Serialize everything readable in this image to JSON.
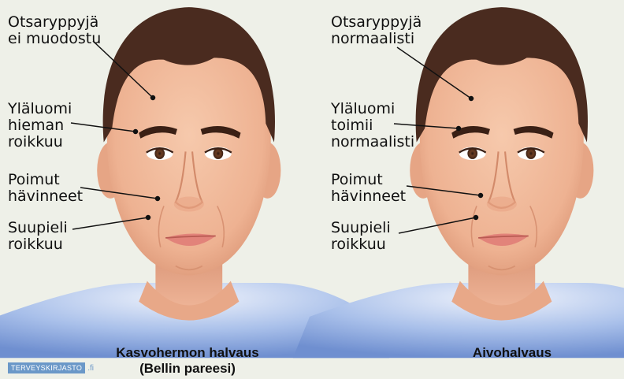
{
  "left_panel": {
    "labels": {
      "forehead": "Otsaryppyjä\nei muodostu",
      "eyelid": "Yläluomi\nhieman\nroikkuu",
      "folds": "Poimut\nhävinneet",
      "mouth": "Suupieli\nroikkuu"
    },
    "caption_line1": "Kasvohermon halvaus",
    "caption_line2": "(Bellin pareesi)"
  },
  "right_panel": {
    "labels": {
      "forehead": "Otsaryppyjä\nnormaalisti",
      "eyelid": "Yläluomi\ntoimii\nnormaalisti",
      "folds": "Poimut\nhävinneet",
      "mouth": "Suupieli\nroikkuu"
    },
    "caption": "Aivohalvaus"
  },
  "logo": {
    "brand": "TERVEYSKIRJASTO",
    "suffix": ".fi"
  },
  "colors": {
    "skin": "#f0b79a",
    "skin_shadow": "#d99574",
    "hair": "#4a2b1f",
    "shirt": "#9fb8e4",
    "background": "#eef0e8",
    "brand": "#6b98c8"
  }
}
